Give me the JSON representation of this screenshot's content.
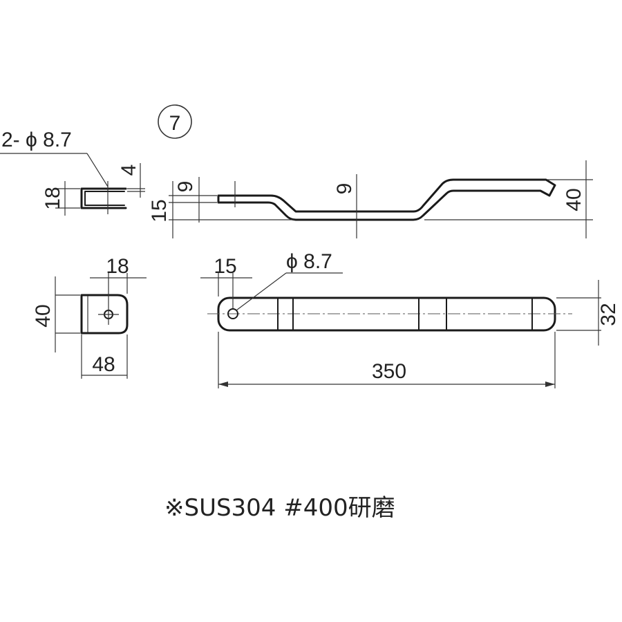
{
  "drawing": {
    "part_number": "7",
    "material_note": "※SUS304 #400研磨"
  },
  "dimensions": {
    "holes_end": "2- ϕ 8.7",
    "plate_thickness": "4",
    "end_height": "18",
    "end_offset": "15",
    "side_step_top": "9",
    "side_step_mid": "9",
    "side_overall_height": "40",
    "bracket_width": "18",
    "bracket_height": "40",
    "bracket_length": "48",
    "hole_edge": "15",
    "hole_dia": "ϕ 8.7",
    "overall_length": "350",
    "bar_width": "32"
  }
}
